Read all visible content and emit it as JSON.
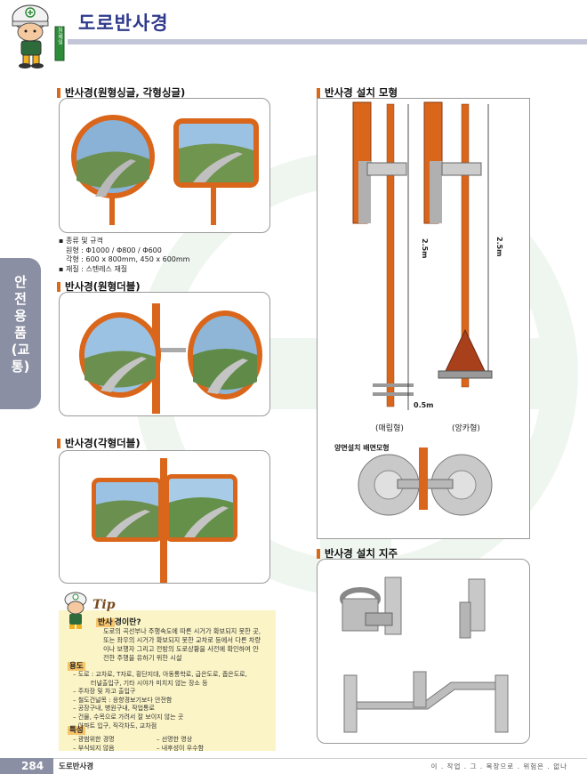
{
  "header": {
    "title": "도로반사경",
    "mascot_badge": "안전제일"
  },
  "side_tab": {
    "label": "안전용품(교통)"
  },
  "sections": {
    "round_square_single": {
      "title": "반사경(원형싱글, 각형싱글)"
    },
    "round_double": {
      "title": "반사경(원형더블)"
    },
    "square_double": {
      "title": "반사경(각형더블)"
    },
    "install_model": {
      "title": "반사경 설치 모형"
    },
    "pole": {
      "title": "반사경 설치 지주"
    }
  },
  "specs": {
    "heading": "▪ 종류 및 규격",
    "round": "원형 : Φ1000 / Φ800 / Φ600",
    "square": "각형 : 600 x 800mm, 450 x 600mm",
    "material": "▪ 재질 : 스텐레스 재질"
  },
  "install": {
    "height_label_1": "2.5m",
    "height_label_2": "2.5m",
    "depth_label": "0.5m",
    "type_buried": "(매립형)",
    "type_anchor": "(앙카형)",
    "double_side_label": "양면설치 배면모형"
  },
  "tip": {
    "word": "Tip",
    "question_hl": "반사",
    "question_rest": "경이란?",
    "description": [
      "도로의 곡선부나 주행속도에 따른 시거가 확보되지 못한 곳,",
      "또는 좌우의 시거가 확보되지 못한 교차로 등에서 다른 차량",
      "이나 보행자 그리고 전방의 도로상황을 사전에 확인하여 안",
      "전한 주행을 유하기 위한 시설"
    ],
    "usage_hl": "용도",
    "usage_items": [
      "– 도로 : 교차로, T자로, 횡단지대, 아동통학로, 급은도로, 좁은도로,",
      "         터널출입구, 기타 시야가 미치지 않는 장소 등",
      "– 주차장 및 차고 출입구",
      "– 철도건널목 : 응향경보기보다 안전함",
      "– 공장구내, 병원구내, 작업통로",
      "– 건물, 수목으로 가려서 잘 보이지 않는 곳",
      "– 아파트 입구, 직각차도, 교차점"
    ],
    "feature_hl": "특성",
    "features": [
      "– 광범위한 경명",
      "– 선명한 영상",
      "– 부식되지 않음",
      "– 내후성이 우수함"
    ]
  },
  "footer": {
    "page_number": "284",
    "title": "도로반사경",
    "slogan": "이 . 작업 . 그 . 복장으로 . 위험은 . 없나"
  },
  "colors": {
    "accent_orange": "#d86a1a",
    "tab_gray": "#8b8fa3",
    "title_blue": "#2f3a8b",
    "tip_yellow": "#fbf4c6"
  }
}
